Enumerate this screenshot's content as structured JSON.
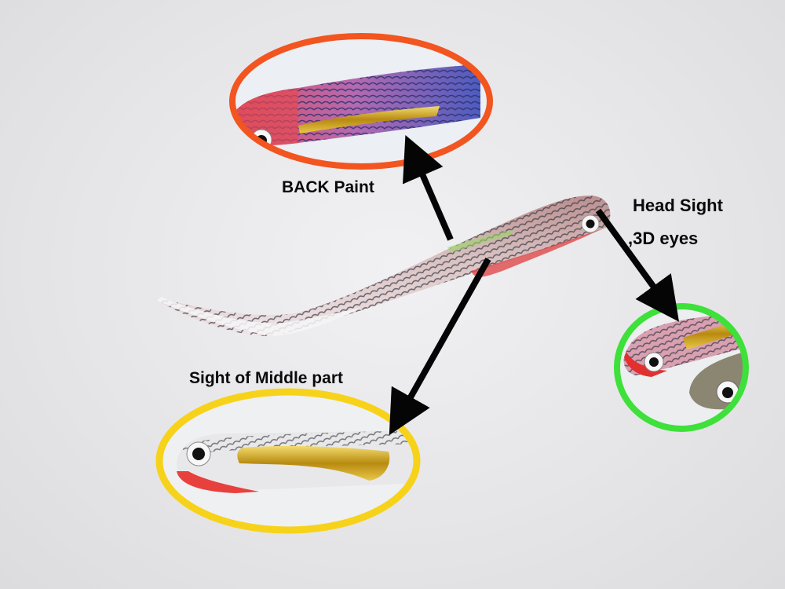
{
  "labels": {
    "back_paint": "BACK Paint",
    "head_sight_line1": "Head  Sight",
    "head_sight_line2": ",3D eyes",
    "middle_part": "Sight of Middle part"
  },
  "colors": {
    "back_ring": "#f2551f",
    "head_ring": "#3ee03a",
    "middle_ring": "#f7d21a",
    "arrows": "#050505"
  }
}
